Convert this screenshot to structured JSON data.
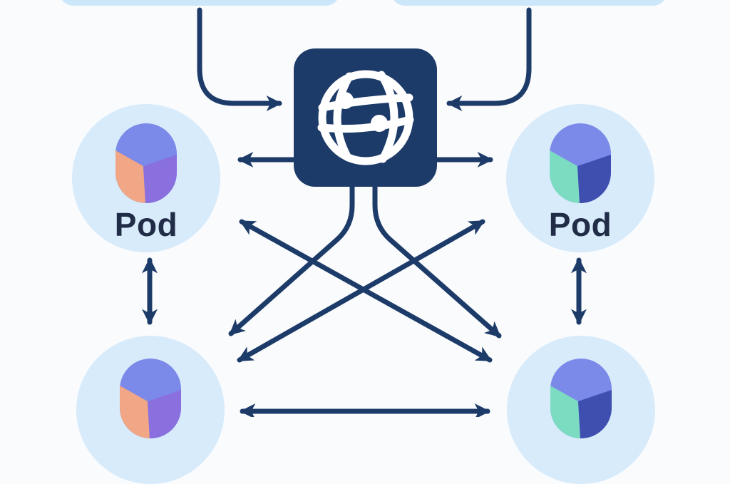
{
  "diagram": {
    "hub": {
      "icon": "globe-network-icon"
    },
    "pods": {
      "top_left": {
        "label": "Pod",
        "icon": "pod-3d-icon",
        "palette": "orange-purple"
      },
      "top_right": {
        "label": "Pod",
        "icon": "pod-3d-icon",
        "palette": "teal-blue"
      },
      "bottom_left": {
        "icon": "pod-3d-icon",
        "palette": "orange-purple"
      },
      "bottom_right": {
        "icon": "pod-3d-icon",
        "palette": "teal-blue"
      }
    },
    "colors": {
      "navy": "#1d3b69",
      "arrow": "#1d3b69",
      "pod_circle_bg": "#d8ebfb",
      "top_box_bg": "#cde7fa",
      "pod_top": "#7b89e9",
      "pod_orange": "#f1a686",
      "pod_purple": "#8a6fdf",
      "pod_teal": "#7cdcc2",
      "pod_blue": "#3f4fb0",
      "label_text": "#212c47",
      "background": "#fafbfd",
      "globe_glyph": "#ffffff"
    },
    "connections": [
      {
        "from": "top-left-box",
        "to": "hub",
        "arrows": "end"
      },
      {
        "from": "top-right-box",
        "to": "hub",
        "arrows": "end"
      },
      {
        "from": "hub",
        "to": "pod-top-left",
        "arrows": "end"
      },
      {
        "from": "hub",
        "to": "pod-top-right",
        "arrows": "end"
      },
      {
        "from": "hub",
        "to": "pod-bottom-left",
        "arrows": "end"
      },
      {
        "from": "hub",
        "to": "pod-bottom-right",
        "arrows": "end"
      },
      {
        "from": "pod-top-left",
        "to": "pod-bottom-right",
        "arrows": "both"
      },
      {
        "from": "pod-top-right",
        "to": "pod-bottom-left",
        "arrows": "both"
      },
      {
        "from": "pod-top-left",
        "to": "pod-bottom-left",
        "arrows": "both"
      },
      {
        "from": "pod-top-right",
        "to": "pod-bottom-right",
        "arrows": "both"
      },
      {
        "from": "pod-bottom-left",
        "to": "pod-bottom-right",
        "arrows": "both"
      }
    ]
  }
}
